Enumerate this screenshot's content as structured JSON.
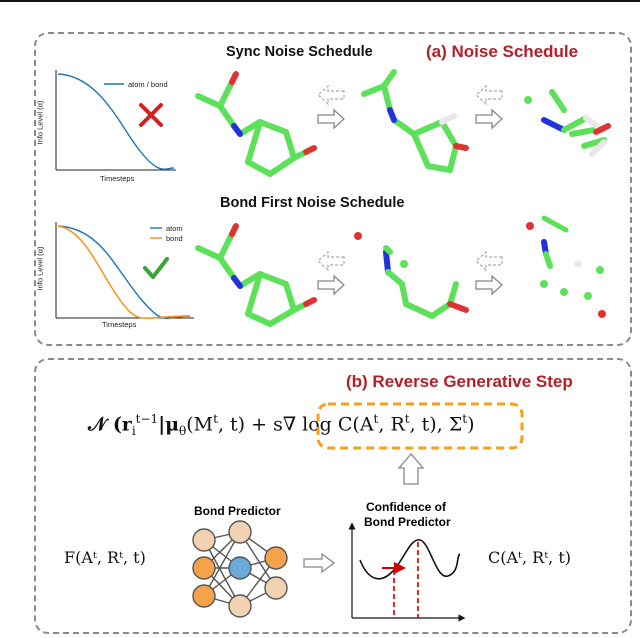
{
  "panel_a": {
    "title": "(a) Noise Schedule",
    "row1": {
      "title": "Sync Noise Schedule",
      "ylabel": "Info Level (α)",
      "xlabel": "Timesteps",
      "legend": [
        "atom / bond"
      ],
      "verdict": "cross-icon"
    },
    "row2": {
      "title": "Bond First Noise Schedule",
      "ylabel": "Info Level (α)",
      "xlabel": "Timesteps",
      "legend": [
        "atom",
        "bond"
      ],
      "verdict": "check-icon"
    }
  },
  "panel_b": {
    "title": "(b) Reverse Generative Step",
    "equation": "𝒩 (rᵢᵗ⁻¹ | μθ(Mᵗ, t) + s∇ log C(Aᵗ, Rᵗ, t),  Σᵗ)",
    "eq_prefix": "𝒩 (r",
    "eq_mid": "|μ",
    "eq_mid2": "(M",
    "eq_mid3": ", t) + s",
    "eq_grad": "∇ log C(A",
    "eq_grad2": ", R",
    "eq_grad3": ", t),",
    "eq_sigma": "Σ",
    "eq_close": ")",
    "bond_predictor_label": "Bond Predictor",
    "confidence_label_1": "Confidence of",
    "confidence_label_2": "Bond Predictor",
    "input_expr": "F(Aᵗ, Rᵗ, t)",
    "output_expr": "C(Aᵗ, Rᵗ, t)"
  },
  "colors": {
    "accent_red": "#b3202a",
    "atom_blue": "#1f77b4",
    "bond_orange": "#ff8c0a",
    "carbon_green": "#5ee15a",
    "nitrogen_blue": "#2233dd",
    "oxygen_red": "#dd3333",
    "node_orange": "#f5a24a",
    "node_tan": "#f2d3b1",
    "node_blue": "#6aa9d8",
    "check_green": "#3aa53a",
    "dashed_red": "#cc0000"
  }
}
